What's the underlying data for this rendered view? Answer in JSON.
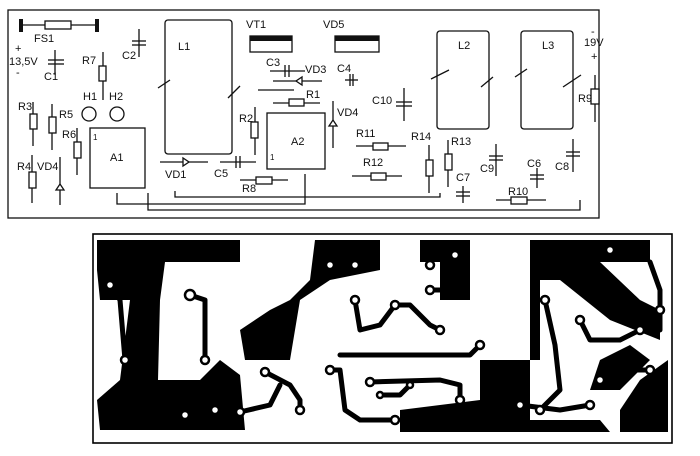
{
  "assembly_drawing": {
    "components": {
      "FS1": "FS1",
      "V_in": "13,5V",
      "V_in_plus": "+",
      "V_in_minus": "-",
      "C1": "C1",
      "C2": "C2",
      "R7": "R7",
      "H1": "H1",
      "H2": "H2",
      "R3": "R3",
      "R5": "R5",
      "R6": "R6",
      "R4": "R4",
      "VD4a": "VD4",
      "A1": "A1",
      "A1_pin": "1",
      "L1": "L1",
      "VT1": "VT1",
      "VD5": "VD5",
      "C3": "C3",
      "VD3": "VD3",
      "C4": "C4",
      "R1": "R1",
      "VD4b": "VD4",
      "R2": "R2",
      "A2": "A2",
      "A2_pin": "1",
      "VD1": "VD1",
      "C5": "C5",
      "R8": "R8",
      "C10": "C10",
      "R11": "R11",
      "R12": "R12",
      "R14": "R14",
      "R13": "R13",
      "C7": "C7",
      "C9": "C9",
      "C6": "C6",
      "C8": "C8",
      "R10": "R10",
      "L2": "L2",
      "L3": "L3",
      "V_out": "19V",
      "V_out_plus": "+",
      "V_out_minus": "-",
      "R9": "R9"
    }
  },
  "pcb_drawing": {}
}
